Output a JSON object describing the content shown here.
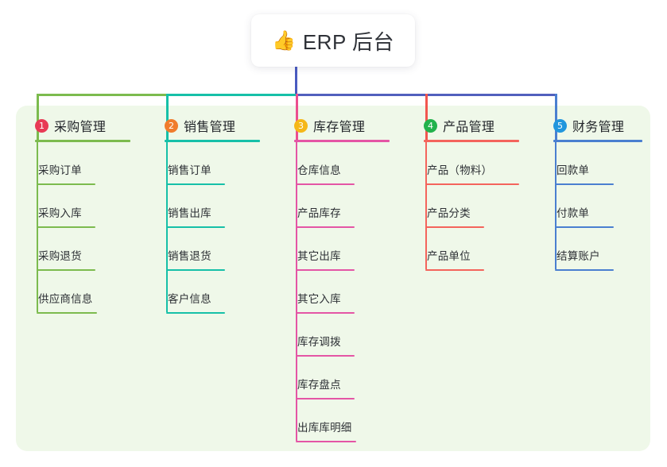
{
  "root": {
    "icon": "thumbs-up-emoji",
    "icon_glyph": "👍",
    "title": "ERP 后台"
  },
  "palette": {
    "panel_bg": "#eff8e9",
    "page_bg": "#ffffff",
    "root_line": "#4a5bc0",
    "text": "#2d3035"
  },
  "connector": {
    "segments": [
      {
        "name": "root-stem",
        "color": "#4a5bc0"
      },
      {
        "name": "bus-left-green",
        "color": "#7cbb4e"
      },
      {
        "name": "bus-mid-teal",
        "color": "#16c0a8"
      },
      {
        "name": "bus-right-indigo",
        "color": "#5160bd"
      }
    ]
  },
  "columns": [
    {
      "index": "1",
      "title": "采购管理",
      "badge_color": "#e83a55",
      "line_color": "#7cbb4e",
      "drop_color": "#7cbb4e",
      "items": [
        "采购订单",
        "采购入库",
        "采购退货",
        "供应商信息"
      ]
    },
    {
      "index": "2",
      "title": "销售管理",
      "badge_color": "#f07c2c",
      "line_color": "#16c0a8",
      "drop_color": "#16c0a8",
      "items": [
        "销售订单",
        "销售出库",
        "销售退货",
        "客户信息"
      ]
    },
    {
      "index": "3",
      "title": "库存管理",
      "badge_color": "#f5b718",
      "line_color": "#e455a5",
      "drop_color": "#ec4e8f",
      "items": [
        "仓库信息",
        "产品库存",
        "其它出库",
        "其它入库",
        "库存调拨",
        "库存盘点",
        "出库库明细"
      ]
    },
    {
      "index": "4",
      "title": "产品管理",
      "badge_color": "#22b24c",
      "line_color": "#f4645c",
      "drop_color": "#f2564f",
      "items": [
        "产品（物料）",
        "产品分类",
        "产品单位"
      ]
    },
    {
      "index": "5",
      "title": "财务管理",
      "badge_color": "#2196dd",
      "line_color": "#4a7fd0",
      "drop_color": "#4a7fd0",
      "items": [
        "回款单",
        "付款单",
        "结算账户"
      ]
    }
  ]
}
